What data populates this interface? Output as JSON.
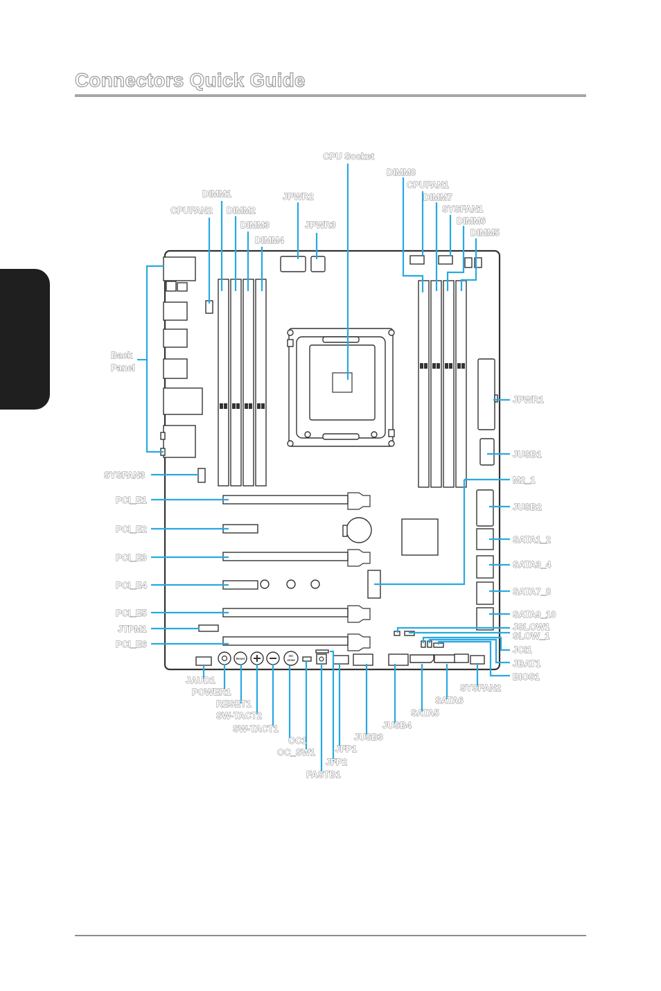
{
  "page": {
    "title": "Connectors Quick Guide"
  },
  "colors": {
    "leader": "#27a9e1",
    "board": "#333333"
  },
  "labels": {
    "cpu_socket": "CPU Socket",
    "dimm8": "DIMM8",
    "cpufan1": "CPUFAN1",
    "dimm7": "DIMM7",
    "sysfan1": "SYSFAN1",
    "dimm6": "DIMM6",
    "dimm5": "DIMM5",
    "dimm1": "DIMM1",
    "jpwr2": "JPWR2",
    "cpufan2": "CPUFAN2",
    "dimm2": "DIMM2",
    "dimm3": "DIMM3",
    "jpwr3": "JPWR3",
    "dimm4": "DIMM4",
    "back_panel_1": "Back",
    "back_panel_2": "Panel",
    "sysfan3": "SYSFAN3",
    "pci_e1": "PCI_E1",
    "pci_e2": "PCI_E2",
    "pci_e3": "PCI_E3",
    "pci_e4": "PCI_E4",
    "pci_e5": "PCI_E5",
    "jtpm1": "JTPM1",
    "pci_e6": "PCI_E6",
    "jpwr1": "JPWR1",
    "jusb1": "JUSB1",
    "m2_1": "M2_1",
    "jusb2": "JUSB2",
    "sata1_2": "SATA1_2",
    "sata3_4": "SATA3_4",
    "sata7_8": "SATA7_8",
    "sata9_10": "SATA9_10",
    "jslow1": "JSLOW1",
    "slow_1": "SLOW_1",
    "jci1": "JCI1",
    "jbat1": "JBAT1",
    "bios1": "BIOS1",
    "sysfan2": "SYSFAN2",
    "sata6": "SATA6",
    "sata5": "SATA5",
    "jusb4": "JUSB4",
    "jusb3": "JUSB3",
    "jaud1": "JAUD1",
    "power1": "POWER1",
    "reset1": "RESET1",
    "sw_tact2": "SW-TACT2",
    "sw_tact1": "SW-TACT1",
    "oc1": "OC1",
    "oc_sw1": "OC_SW1",
    "jfp1": "JFP1",
    "jfp2": "JFP2",
    "fastb1": "FASTB1",
    "btn_reset": "Reset",
    "btn_oc_1": "OC",
    "btn_oc_2": "GENIE"
  }
}
